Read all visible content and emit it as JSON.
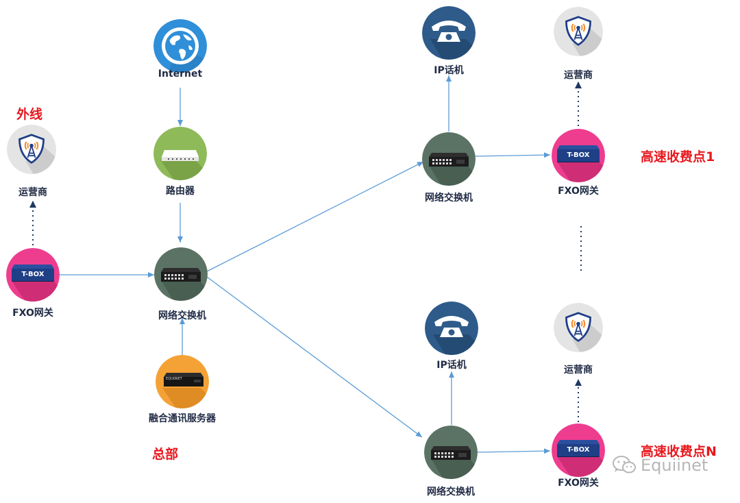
{
  "labels": {
    "internet": "Internet",
    "router": "路由器",
    "hq_switch": "网络交换机",
    "server": "融合通讯服务器",
    "hq_carrier": "运营商",
    "hq_fxo": "FXO网关",
    "st1_phone": "IP话机",
    "st1_switch": "网络交换机",
    "st1_carrier": "运营商",
    "st1_fxo": "FXO网关",
    "stn_phone": "IP话机",
    "stn_switch": "网络交换机",
    "stn_carrier": "运营商",
    "stn_fxo": "FXO网关"
  },
  "regions": {
    "outside": "外线",
    "headquarters": "总部",
    "station_1": "高速收费点1",
    "station_n": "高速收费点N"
  },
  "device_text": {
    "tbox": "T-BOX"
  },
  "watermark": {
    "text": "Equiinet"
  },
  "icons": {
    "internet": "globe-icon",
    "router": "router-icon",
    "switch": "network-switch-icon",
    "server": "server-icon",
    "carrier": "cell-tower-shield-icon",
    "phone": "telephone-icon",
    "fxo": "tbox-gateway-icon"
  },
  "colors": {
    "connector": "#5b9bd5",
    "carrier_link": "#1f3864",
    "region_text": "#e8171d",
    "label_text": "#1f2a44"
  }
}
